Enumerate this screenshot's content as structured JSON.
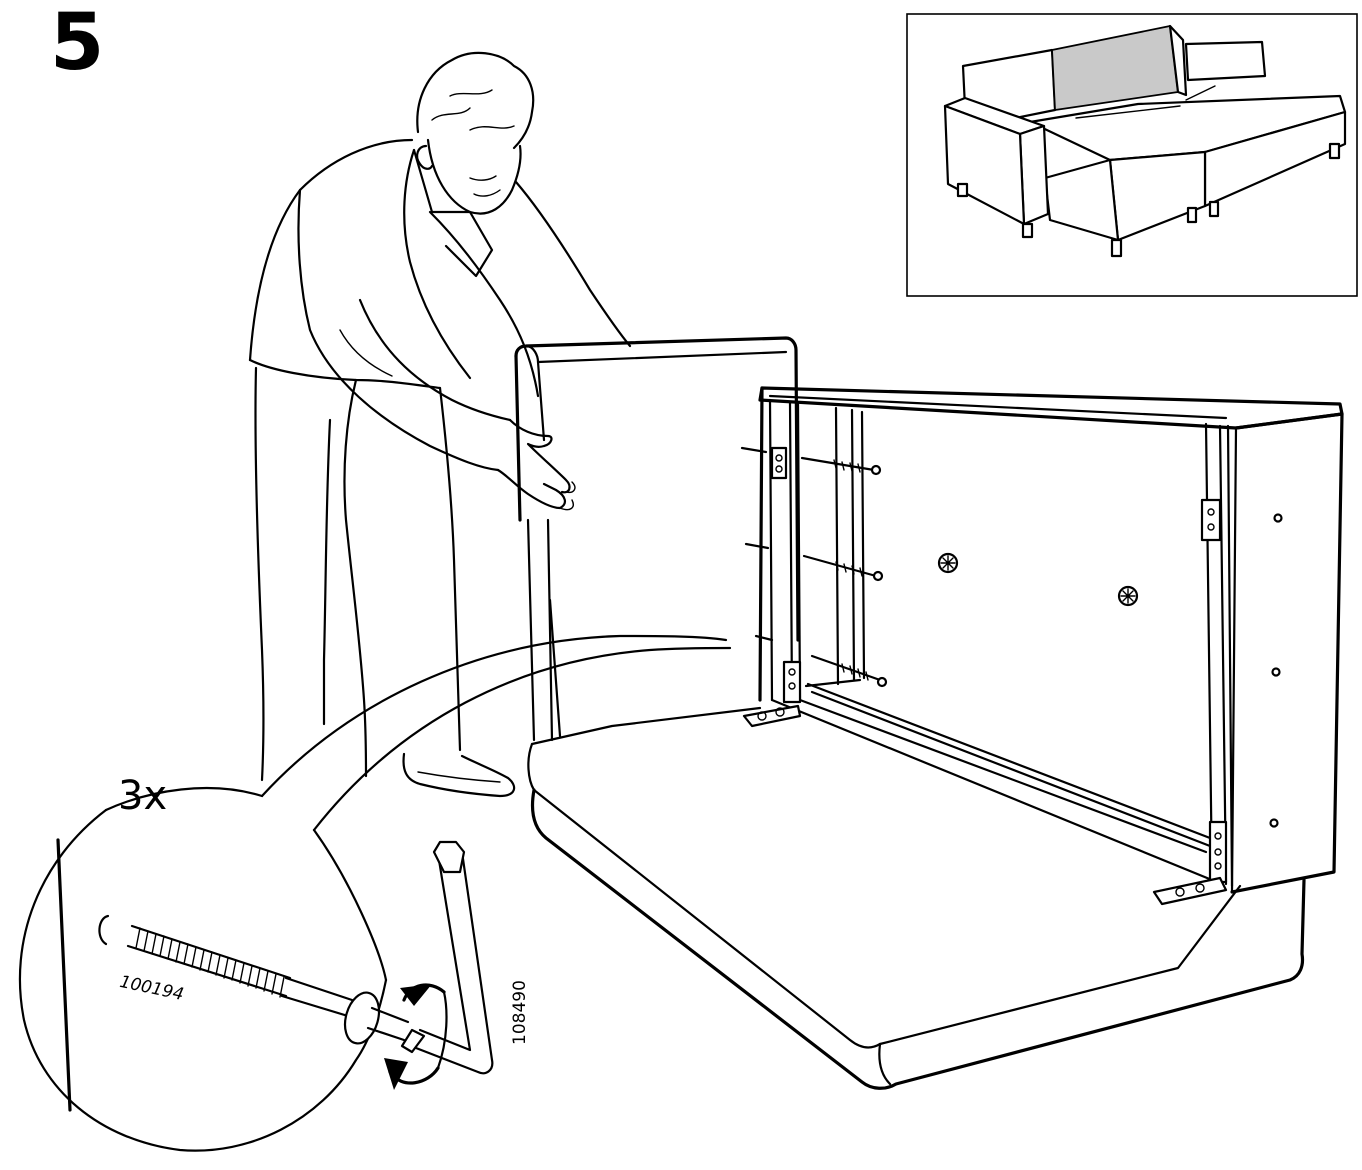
{
  "step": {
    "number": "5",
    "quantity": "3x"
  },
  "parts": {
    "bolt_id": "100194",
    "key_id": "108490"
  },
  "icons": {
    "person": "person-assembling-icon",
    "rotate": "clockwise-rotation-icon",
    "bolt": "bolt-icon",
    "allen_key": "allen-key-icon"
  }
}
